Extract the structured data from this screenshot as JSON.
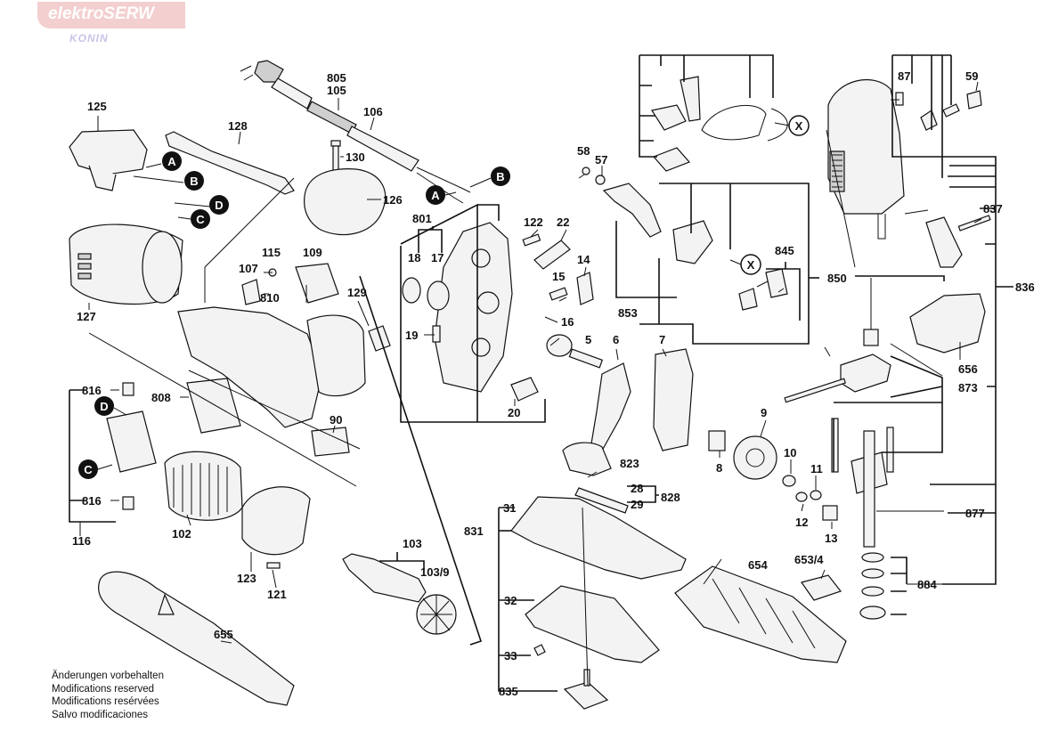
{
  "logo": {
    "name": "elektroSERW",
    "city": "KONIN"
  },
  "notes": [
    "Änderungen vorbehalten",
    "Modifications reserved",
    "Modifications resérvées",
    "Salvo modificaciones"
  ],
  "callouts": [
    "A",
    "B",
    "C",
    "D",
    "X"
  ],
  "labels": {
    "p125": "125",
    "p128": "128",
    "p805": "805",
    "p105": "105",
    "p106": "106",
    "p130": "130",
    "p126": "126",
    "p801": "801",
    "p18": "18",
    "p17": "17",
    "p122": "122",
    "p22": "22",
    "p58": "58",
    "p57": "57",
    "p87": "87",
    "p59": "59",
    "p837": "837",
    "p845": "845",
    "p850": "850",
    "p836": "836",
    "p127": "127",
    "p115": "115",
    "p109": "109",
    "p107": "107",
    "p810": "810",
    "p129": "129",
    "p15": "15",
    "p14": "14",
    "p16": "16",
    "p19": "19",
    "p5": "5",
    "p6": "6",
    "p7": "7",
    "p853": "853",
    "p656": "656",
    "p873": "873",
    "p816a": "816",
    "p808": "808",
    "p90": "90",
    "p20": "20",
    "p9": "9",
    "p10": "10",
    "p11": "11",
    "p8": "8",
    "p823": "823",
    "p28": "28",
    "p828": "828",
    "p29": "29",
    "p816b": "816",
    "p116": "116",
    "p102": "102",
    "p12": "12",
    "p13": "13",
    "p877": "877",
    "p31": "31",
    "p831": "831",
    "p103": "103",
    "p1039": "103/9",
    "p654": "654",
    "p6534": "653/4",
    "p884": "884",
    "p123": "123",
    "p121": "121",
    "p32": "32",
    "p655": "655",
    "p33": "33",
    "p835": "835"
  }
}
